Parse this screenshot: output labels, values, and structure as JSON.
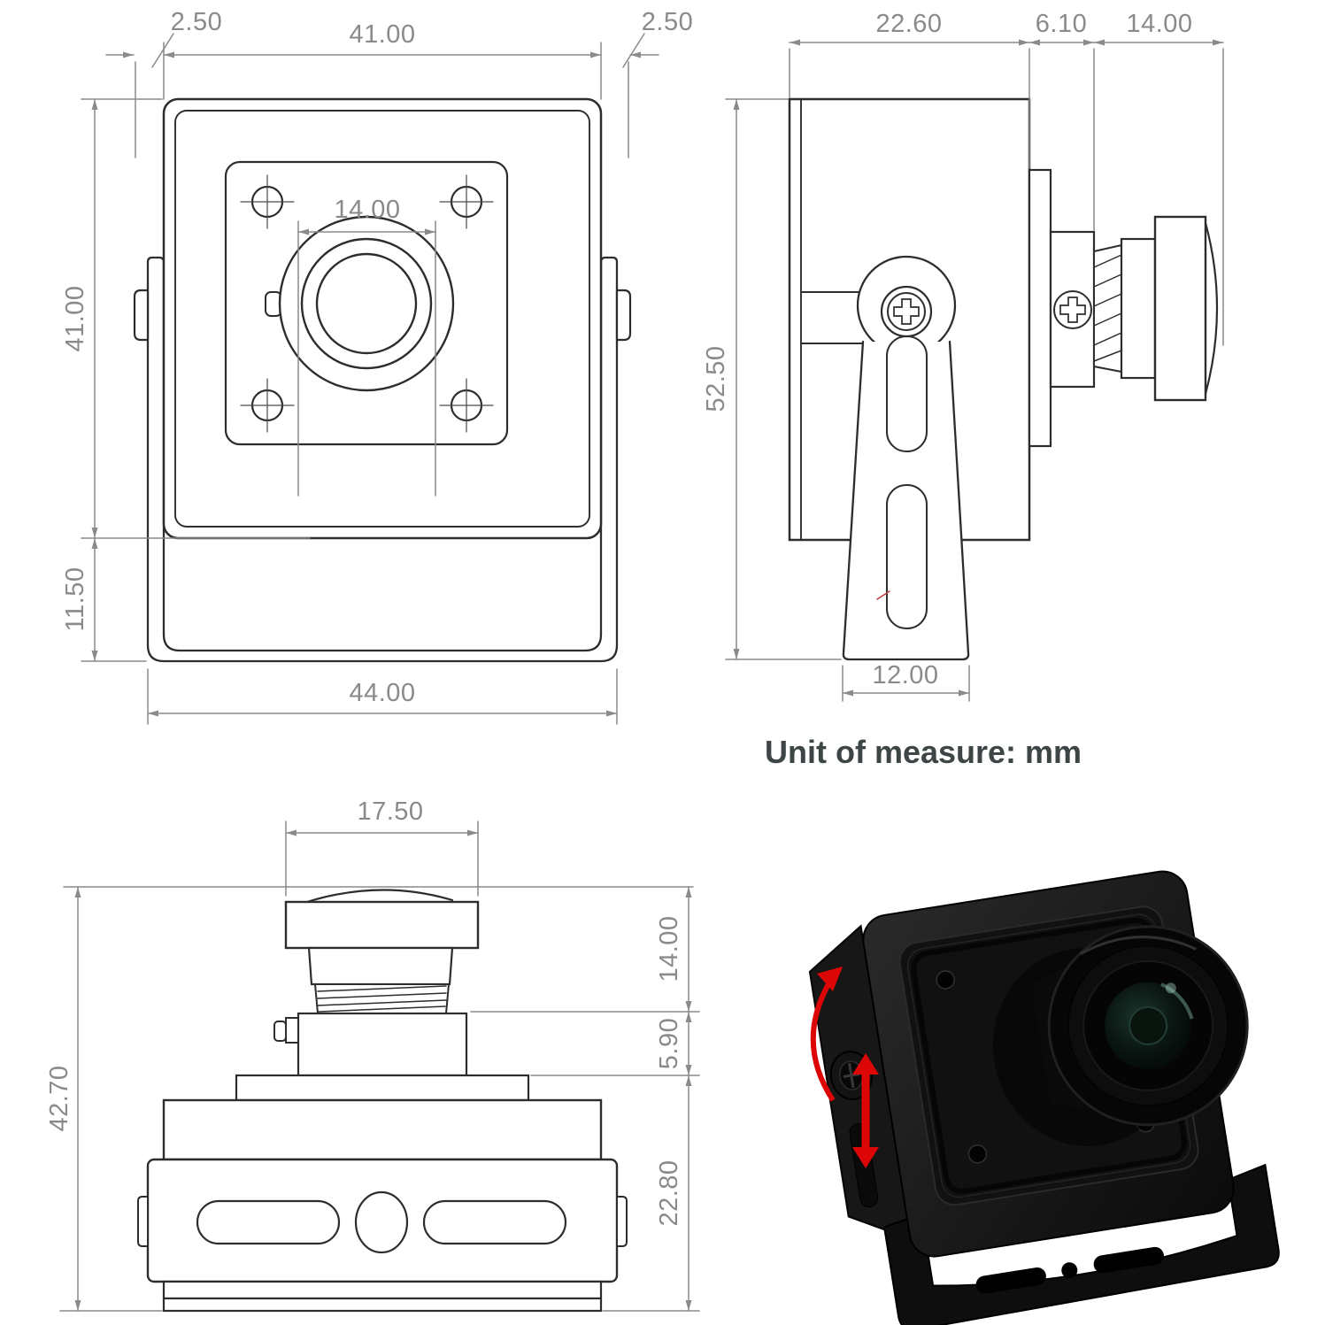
{
  "note": {
    "unit_text": "Unit of measure: mm"
  },
  "front_view": {
    "dims": {
      "left_offset": "2.50",
      "width": "41.00",
      "right_offset": "2.50",
      "hole_spacing": "14.00",
      "face_height": "41.00",
      "bracket_drop": "11.50",
      "overall_width": "44.00"
    }
  },
  "side_view": {
    "dims": {
      "body_depth": "22.60",
      "mount_depth": "6.10",
      "lens_length": "14.00",
      "overall_height": "52.50",
      "foot_width": "12.00"
    }
  },
  "bottom_view": {
    "dims": {
      "lens_cap_diameter": "17.50",
      "overall_depth": "42.70",
      "lens_height": "14.00",
      "mount_height": "5.90",
      "body_thickness": "22.80"
    }
  },
  "colors": {
    "object_line": "#2d2d2d",
    "dimension_line": "#8a8a8a",
    "note_text": "#3e4546",
    "red_accent": "#dd0606",
    "background": "#ffffff"
  }
}
